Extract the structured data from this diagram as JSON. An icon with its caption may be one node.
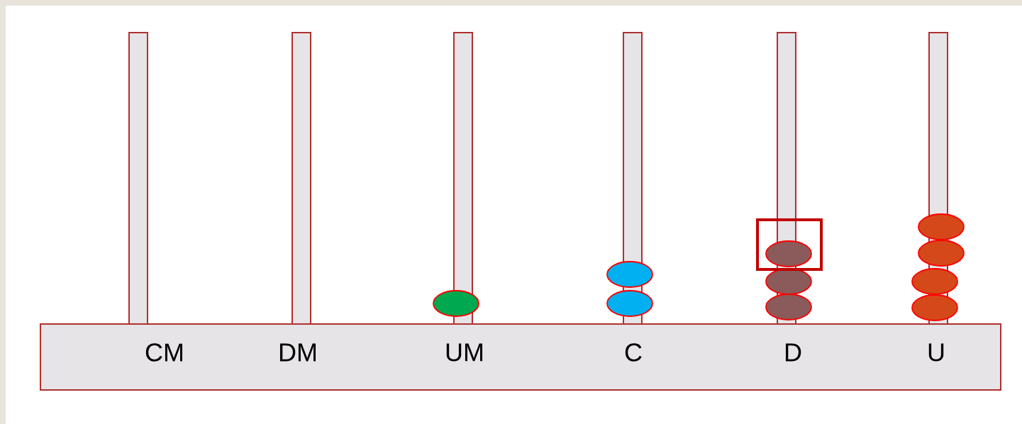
{
  "diagram": {
    "labels": [
      "CM",
      "DM",
      "UM",
      "C",
      "D",
      "U"
    ]
  }
}
